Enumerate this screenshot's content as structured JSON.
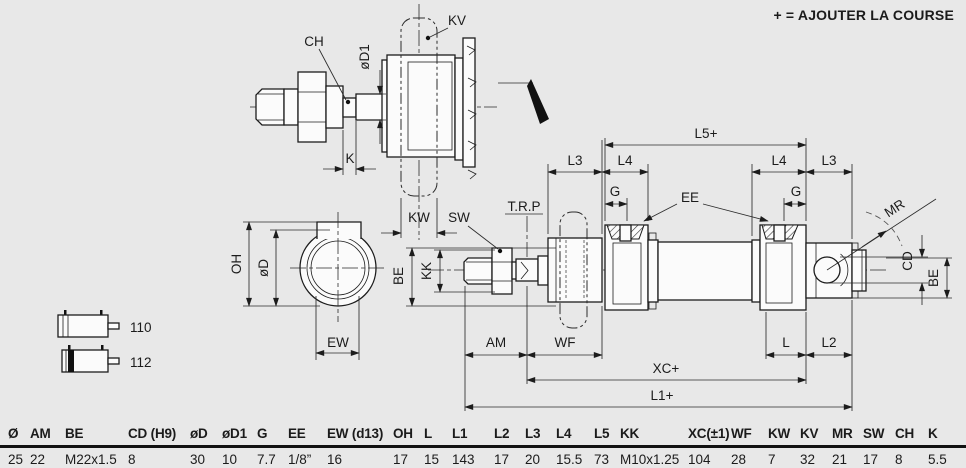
{
  "note": "+ = AJOUTER LA COURSE",
  "variants": [
    {
      "label": "110"
    },
    {
      "label": "112"
    }
  ],
  "dims": {
    "ch": "CH",
    "od1": "øD1",
    "kv": "KV",
    "k": "K",
    "kw": "KW",
    "oh": "OH",
    "od": "øD",
    "ew": "EW",
    "be": "BE",
    "kk": "KK",
    "sw": "SW",
    "trp": "T.R.P",
    "l3": "L3",
    "l4": "L4",
    "g": "G",
    "ee": "EE",
    "l5": "L5+",
    "mr": "MR",
    "cd": "CD",
    "am": "AM",
    "wf": "WF",
    "l": "L",
    "l2": "L2",
    "xc": "XC+",
    "l1": "L1+"
  },
  "table": {
    "columns": [
      "Ø",
      "AM",
      "BE",
      "CD (H9)",
      "øD",
      "øD1",
      "G",
      "EE",
      "EW (d13)",
      "OH",
      "L",
      "L1",
      "L2",
      "L3",
      "L4",
      "L5",
      "KK",
      "XC(±1)",
      "WF",
      "KW",
      "KV",
      "MR",
      "SW",
      "CH",
      "K"
    ],
    "values": [
      "25",
      "22",
      "M22x1.5",
      "8",
      "30",
      "10",
      "7.7",
      "1/8”",
      "16",
      "17",
      "15",
      "143",
      "17",
      "20",
      "15.5",
      "73",
      "M10x1.25",
      "104",
      "28",
      "7",
      "32",
      "21",
      "17",
      "8",
      "5.5"
    ]
  }
}
